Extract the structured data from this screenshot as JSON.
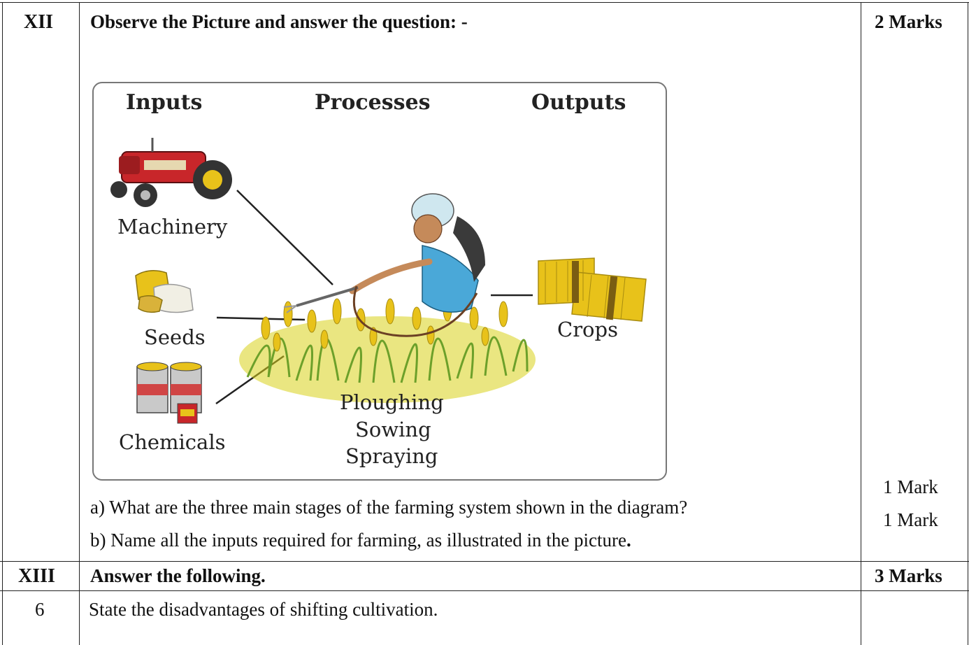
{
  "rows": [
    {
      "number": "XII",
      "heading": "Observe the Picture and answer the question: -",
      "marks": "2 Marks"
    },
    {
      "number": "XIII",
      "heading": "Answer the following.",
      "marks": "3 Marks"
    },
    {
      "number": "6",
      "question": "State the disadvantages of shifting cultivation."
    }
  ],
  "figure": {
    "headings": {
      "inputs": "Inputs",
      "processes": "Processes",
      "outputs": "Outputs"
    },
    "inputs": [
      "Machinery",
      "Seeds",
      "Chemicals"
    ],
    "processes": [
      "Ploughing",
      "Sowing",
      "Spraying"
    ],
    "outputs": [
      "Crops"
    ],
    "colors": {
      "tractor": "#c8262a",
      "crop": "#e8c21a",
      "shirt": "#4aa8d8",
      "turban": "#cfe7ef",
      "field": "#d9d21a"
    }
  },
  "subquestions": [
    {
      "text": "a) What are the three main stages of the farming system shown in the diagram?",
      "marks": "1 Mark"
    },
    {
      "text": "b) Name all the inputs required for farming, as illustrated in the picture",
      "suffix": ".",
      "marks": "1 Mark"
    }
  ]
}
